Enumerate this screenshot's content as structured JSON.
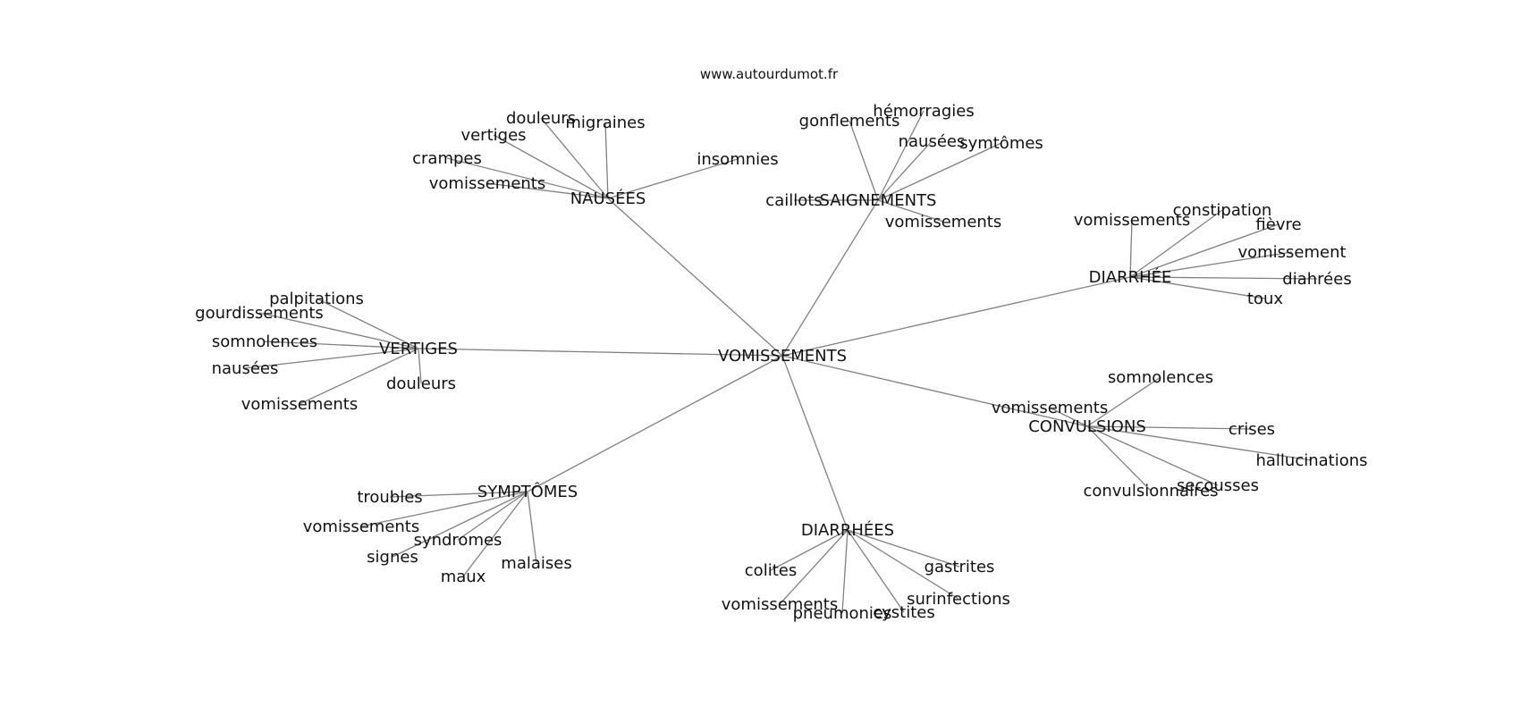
{
  "source": "www.autourdumot.fr",
  "root": "VOMISSEMENTS",
  "clusters": [
    {
      "hub": "NAUSÉES",
      "leaves": [
        "douleurs",
        "migraines",
        "vertiges",
        "crampes",
        "vomissements",
        "insomnies"
      ]
    },
    {
      "hub": "SAIGNEMENTS",
      "leaves": [
        "gonflements",
        "hémorragies",
        "nausées",
        "symtômes",
        "caillots",
        "vomissements"
      ]
    },
    {
      "hub": "DIARRHÉE",
      "leaves": [
        "vomissements",
        "constipation",
        "fièvre",
        "vomissement",
        "diahrées",
        "toux"
      ]
    },
    {
      "hub": "VERTIGES",
      "leaves": [
        "palpitations",
        "gourdissements",
        "somnolences",
        "nausées",
        "vomissements",
        "douleurs"
      ]
    },
    {
      "hub": "CONVULSIONS",
      "leaves": [
        "somnolences",
        "vomissements",
        "crises",
        "hallucinations",
        "secousses",
        "convulsionnaires"
      ]
    },
    {
      "hub": "SYMPTÔMES",
      "leaves": [
        "troubles",
        "vomissements",
        "syndromes",
        "signes",
        "maux",
        "malaises"
      ]
    },
    {
      "hub": "DIARRHÉES",
      "leaves": [
        "colites",
        "vomissements",
        "pneumonies",
        "cystites",
        "surinfections",
        "gastrites"
      ]
    }
  ]
}
